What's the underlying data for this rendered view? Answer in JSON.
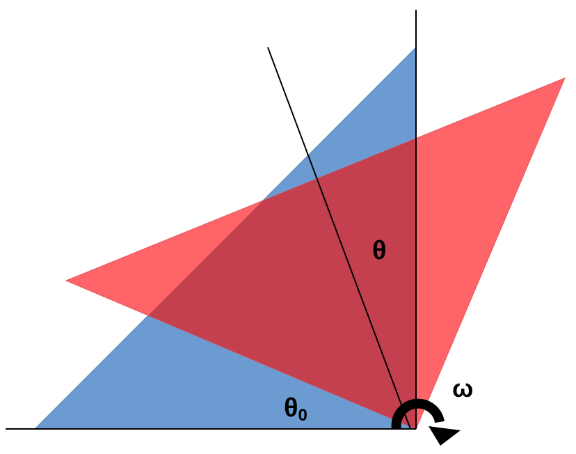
{
  "labels": {
    "theta": "θ",
    "theta0_symbol": "θ",
    "theta0_subscript": "0",
    "omega": "ω"
  },
  "colors": {
    "blue_triangle": "#5b8ec9",
    "red_triangle": "#ff5a62",
    "overlap": "#c4404f",
    "lines": "#000000",
    "arrow": "#000000",
    "background": "#ffffff"
  },
  "icons": {
    "rotation_arrow": "curved-arrow-clockwise-icon"
  }
}
